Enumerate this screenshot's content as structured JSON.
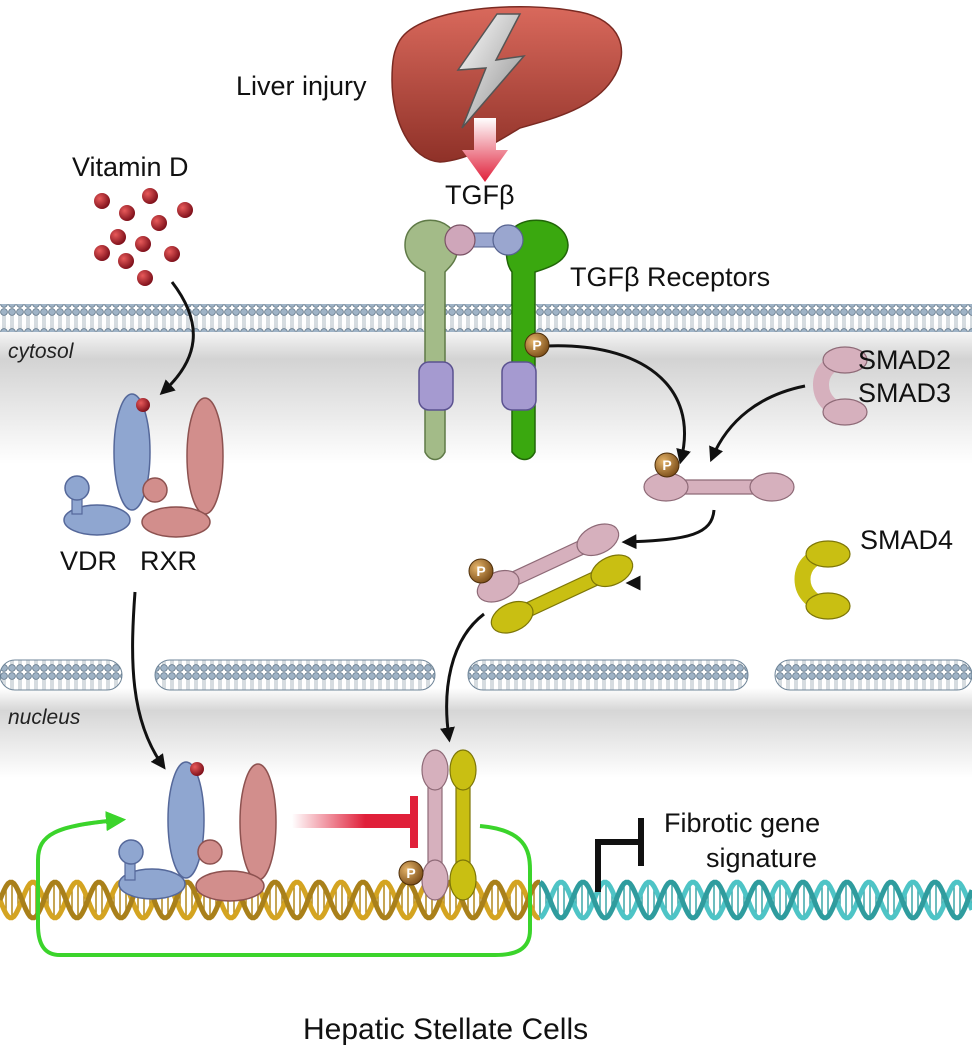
{
  "labels": {
    "liver_injury": "Liver injury",
    "tgfb": "TGFβ",
    "tgfb_receptors": "TGFβ Receptors",
    "vitamin_d": "Vitamin D",
    "cytosol": "cytosol",
    "nucleus": "nucleus",
    "smad2": "SMAD2",
    "smad3": "SMAD3",
    "smad4": "SMAD4",
    "vdr": "VDR",
    "rxr": "RXR",
    "fibrotic_line1": "Fibrotic gene",
    "fibrotic_line2": "signature",
    "phospho": "P",
    "caption": "Hepatic Stellate Cells"
  },
  "colors": {
    "liver": "#b5473d",
    "inhibition": "#e0203a",
    "vdr": "#8fa6d0",
    "rxr": "#d28e8c",
    "smad23": "#d6b0bd",
    "smad4": "#c9bf12",
    "receptor_left": "#a3bb88",
    "receptor_right": "#3aa80f",
    "loop": "#3bd42b",
    "dna_gold": "#d4a421",
    "dna_teal": "#4ec4c6",
    "vitamin_d": "#a31423",
    "phospho": "#9a6a2a"
  }
}
